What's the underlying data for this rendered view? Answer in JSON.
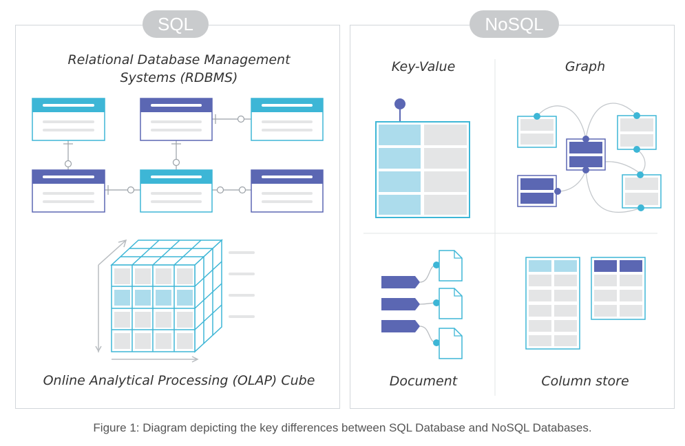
{
  "sql": {
    "title": "SQL",
    "rdbms_label": "Relational Database Management Systems (RDBMS)",
    "olap_label": "Online Analytical Processing (OLAP) Cube"
  },
  "nosql": {
    "title": "NoSQL",
    "key_value_label": "Key-Value",
    "graph_label": "Graph",
    "document_label": "Document",
    "column_store_label": "Column store"
  },
  "caption": "Figure 1: Diagram depicting the key differences between SQL Database and NoSQL Databases.",
  "colors": {
    "cyan": "#3db6d6",
    "cyan_light": "#acdcec",
    "indigo": "#5b67b3",
    "gray_cell": "#e4e5e6",
    "panel_border": "#d2d6da",
    "pill": "#c9cbcd"
  }
}
